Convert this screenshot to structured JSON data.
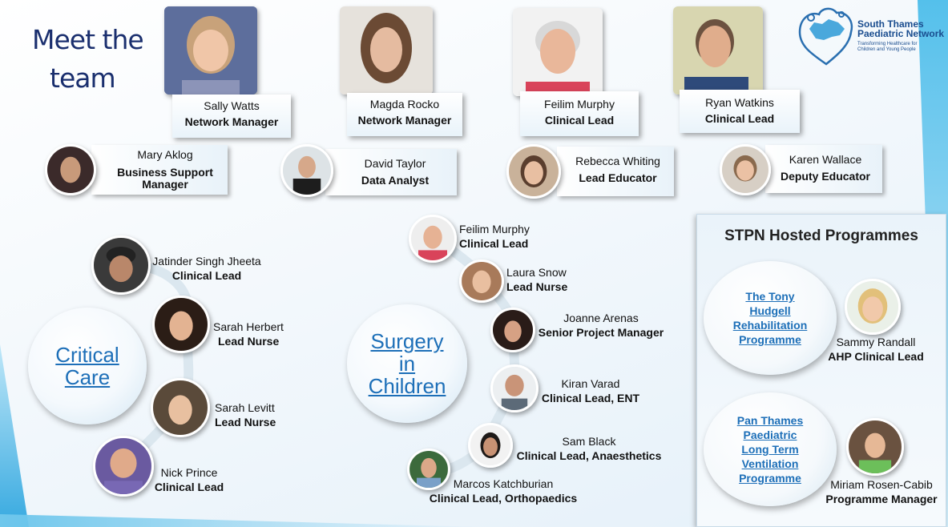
{
  "title": {
    "line1": "Meet the",
    "line2": "team"
  },
  "logo": {
    "name_line1": "South Thames",
    "name_line2": "Paediatric Network",
    "tagline": "Transforming Healthcare for Children and Young People"
  },
  "leadership": [
    {
      "name": "Sally Watts",
      "role": "Network Manager"
    },
    {
      "name": "Magda Rocko",
      "role": "Network Manager"
    },
    {
      "name": "Feilim Murphy",
      "role": "Clinical Lead"
    },
    {
      "name": "Ryan Watkins",
      "role": "Clinical Lead"
    }
  ],
  "support": [
    {
      "name": "Mary Aklog",
      "role": "Business Support Manager"
    },
    {
      "name": "David Taylor",
      "role": "Data Analyst"
    },
    {
      "name": "Rebecca Whiting",
      "role": "Lead Educator"
    },
    {
      "name": "Karen Wallace",
      "role": "Deputy Educator"
    }
  ],
  "critical_care": {
    "label_line1": "Critical",
    "label_line2": "Care",
    "members": [
      {
        "name": "Jatinder Singh Jheeta",
        "role": "Clinical Lead"
      },
      {
        "name": "Sarah Herbert",
        "role": "Lead Nurse"
      },
      {
        "name": "Sarah Levitt",
        "role": "Lead Nurse"
      },
      {
        "name": "Nick Prince",
        "role": "Clinical Lead"
      }
    ]
  },
  "surgery": {
    "label_line1": "Surgery",
    "label_line2": "in",
    "label_line3": "Children",
    "members": [
      {
        "name": "Feilim Murphy",
        "role": "Clinical Lead"
      },
      {
        "name": "Laura Snow",
        "role": "Lead Nurse"
      },
      {
        "name": "Joanne Arenas",
        "role": "Senior Project Manager"
      },
      {
        "name": "Kiran Varad",
        "role": "Clinical Lead, ENT"
      },
      {
        "name": "Sam Black",
        "role": "Clinical Lead, Anaesthetics"
      },
      {
        "name": "Marcos Katchburian",
        "role": "Clinical Lead, Orthopaedics"
      }
    ]
  },
  "hosted": {
    "title": "STPN Hosted Programmes",
    "programmes": [
      {
        "title": "The Tony Hudgell Rehabilitation Programme",
        "contact_name": "Sammy Randall",
        "contact_role": "AHP Clinical Lead"
      },
      {
        "title": "Pan Thames Paediatric Long Term Ventilation Programme",
        "contact_name": "Miriam Rosen-Cabib",
        "contact_role": "Programme Manager"
      }
    ]
  },
  "colors": {
    "title": "#1a2f6e",
    "link": "#1d6fb8",
    "accent": "#38b6e8"
  }
}
